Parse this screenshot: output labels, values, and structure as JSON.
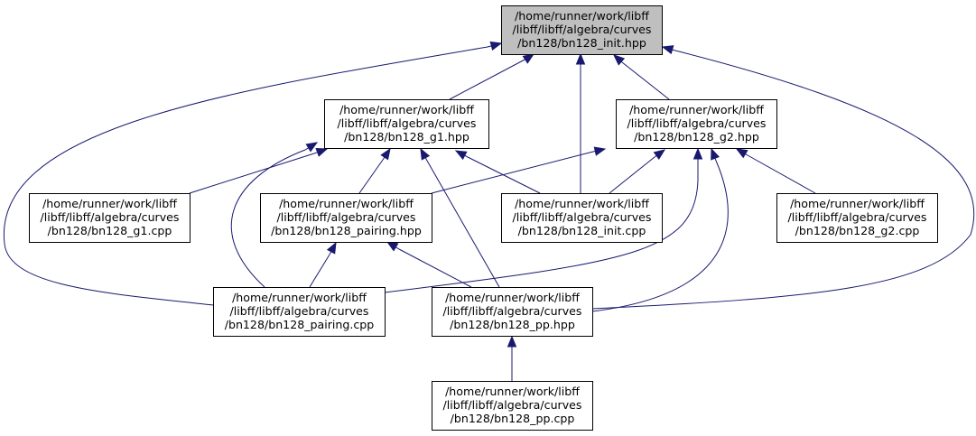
{
  "diagram": {
    "colors": {
      "edge": "#191970",
      "highlight_fill": "#bfbfbf",
      "node_fill": "#ffffff",
      "border": "#000000"
    },
    "nodes": [
      {
        "id": "init_hpp",
        "highlight": true,
        "lines": [
          "/home/runner/work/libff",
          "/libff/libff/algebra/curves",
          "/bn128/bn128_init.hpp"
        ]
      },
      {
        "id": "g1_hpp",
        "lines": [
          "/home/runner/work/libff",
          "/libff/libff/algebra/curves",
          "/bn128/bn128_g1.hpp"
        ]
      },
      {
        "id": "g2_hpp",
        "lines": [
          "/home/runner/work/libff",
          "/libff/libff/algebra/curves",
          "/bn128/bn128_g2.hpp"
        ]
      },
      {
        "id": "g1_cpp",
        "lines": [
          "/home/runner/work/libff",
          "/libff/libff/algebra/curves",
          "/bn128/bn128_g1.cpp"
        ]
      },
      {
        "id": "pairing_hpp",
        "lines": [
          "/home/runner/work/libff",
          "/libff/libff/algebra/curves",
          "/bn128/bn128_pairing.hpp"
        ]
      },
      {
        "id": "init_cpp",
        "lines": [
          "/home/runner/work/libff",
          "/libff/libff/algebra/curves",
          "/bn128/bn128_init.cpp"
        ]
      },
      {
        "id": "g2_cpp",
        "lines": [
          "/home/runner/work/libff",
          "/libff/libff/algebra/curves",
          "/bn128/bn128_g2.cpp"
        ]
      },
      {
        "id": "pairing_cpp",
        "lines": [
          "/home/runner/work/libff",
          "/libff/libff/algebra/curves",
          "/bn128/bn128_pairing.cpp"
        ]
      },
      {
        "id": "pp_hpp",
        "lines": [
          "/home/runner/work/libff",
          "/libff/libff/algebra/curves",
          "/bn128/bn128_pp.hpp"
        ]
      },
      {
        "id": "pp_cpp",
        "lines": [
          "/home/runner/work/libff",
          "/libff/libff/algebra/curves",
          "/bn128/bn128_pp.cpp"
        ]
      }
    ],
    "edges": [
      {
        "from": "g1_hpp",
        "to": "init_hpp"
      },
      {
        "from": "init_cpp",
        "to": "init_hpp"
      },
      {
        "from": "g2_hpp",
        "to": "init_hpp"
      },
      {
        "from": "pairing_cpp",
        "to": "init_hpp"
      },
      {
        "from": "pp_hpp",
        "to": "init_hpp"
      },
      {
        "from": "g1_cpp",
        "to": "g1_hpp"
      },
      {
        "from": "pairing_hpp",
        "to": "g1_hpp"
      },
      {
        "from": "init_cpp",
        "to": "g1_hpp"
      },
      {
        "from": "pairing_cpp",
        "to": "g1_hpp"
      },
      {
        "from": "pp_hpp",
        "to": "g1_hpp"
      },
      {
        "from": "pairing_hpp",
        "to": "g2_hpp"
      },
      {
        "from": "init_cpp",
        "to": "g2_hpp"
      },
      {
        "from": "g2_cpp",
        "to": "g2_hpp"
      },
      {
        "from": "pairing_cpp",
        "to": "g2_hpp"
      },
      {
        "from": "pp_hpp",
        "to": "g2_hpp"
      },
      {
        "from": "pairing_cpp",
        "to": "pairing_hpp"
      },
      {
        "from": "pp_hpp",
        "to": "pairing_hpp"
      },
      {
        "from": "pp_cpp",
        "to": "pp_hpp"
      }
    ]
  }
}
